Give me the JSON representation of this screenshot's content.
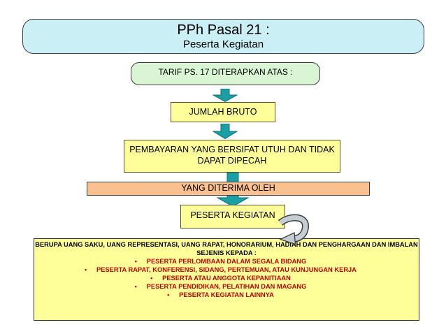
{
  "slide": {
    "title": {
      "line1": "PPh Pasal 21 :",
      "line2": "Peserta Kegiatan"
    },
    "flow": {
      "tarif_label": "TARIF PS. 17 DITERAPKAN ATAS :",
      "jumlah_label": "JUMLAH BRUTO",
      "pembayaran_line1": "PEMBAYARAN YANG BERSIFAT UTUH DAN TIDAK",
      "pembayaran_line2": "DAPAT DIPECAH",
      "diterima_label": "YANG DITERIMA OLEH",
      "peserta_label": "PESERTA KEGIATAN"
    },
    "detail_box": {
      "header_line1": "BERUPA UANG SAKU, UANG REPRESENTASI, UANG RAPAT, HONORARIUM, HADIAH DAN PENGHARGAAN DAN IMBALAN",
      "header_line2": "SEJENIS KEPADA :",
      "bullet_char": "•",
      "bullets": [
        "PESERTA PERLOMBAAN DALAM SEGALA BIDANG",
        "PESERTA RAPAT, KONFERENSI, SIDANG, PERTEMUAN, ATAU KUNJUNGAN KERJA",
        "PESERTA ATAU ANGGOTA KEPANITIAAN",
        "PESERTA PENDIDIKAN, PELATIHAN DAN MAGANG",
        "PESERTA KEGIATAN LAINNYA"
      ]
    },
    "icons": {
      "down_arrow": "down-block-arrow",
      "curved_arrow": "curved-down-left-arrow"
    },
    "colors": {
      "title_cyan": "#CAF0F6",
      "tarif_green": "#D9F5D3",
      "box_yellow": "#FFFF99",
      "bar_orange": "#FAC090",
      "teal_arrow": "#1B9EA4",
      "bullet_red": "#C00000",
      "curved_arrow_silver": "#C5CDD4"
    }
  }
}
